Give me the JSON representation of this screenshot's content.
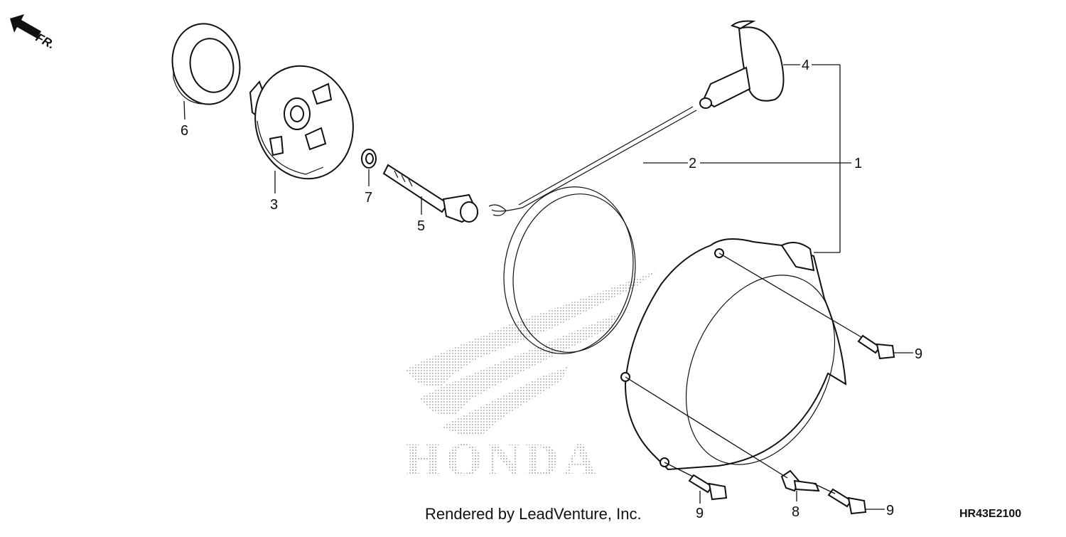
{
  "orientation": {
    "arrow_icon": "front-arrow-icon",
    "label": "FR."
  },
  "parts": [
    {
      "callout": "1"
    },
    {
      "callout": "2"
    },
    {
      "callout": "3"
    },
    {
      "callout": "4"
    },
    {
      "callout": "5"
    },
    {
      "callout": "6"
    },
    {
      "callout": "7"
    },
    {
      "callout": "8"
    },
    {
      "callout": "9"
    },
    {
      "callout": "9"
    },
    {
      "callout": "9"
    }
  ],
  "watermark": {
    "text": "HONDA",
    "logo_icon": "honda-wing-logo"
  },
  "footer": {
    "credit": "Rendered by LeadVenture, Inc.",
    "diagram_code": "HR43E2100"
  },
  "colors": {
    "line": "#111111",
    "watermark": "#9a9a9a",
    "background": "#ffffff"
  }
}
